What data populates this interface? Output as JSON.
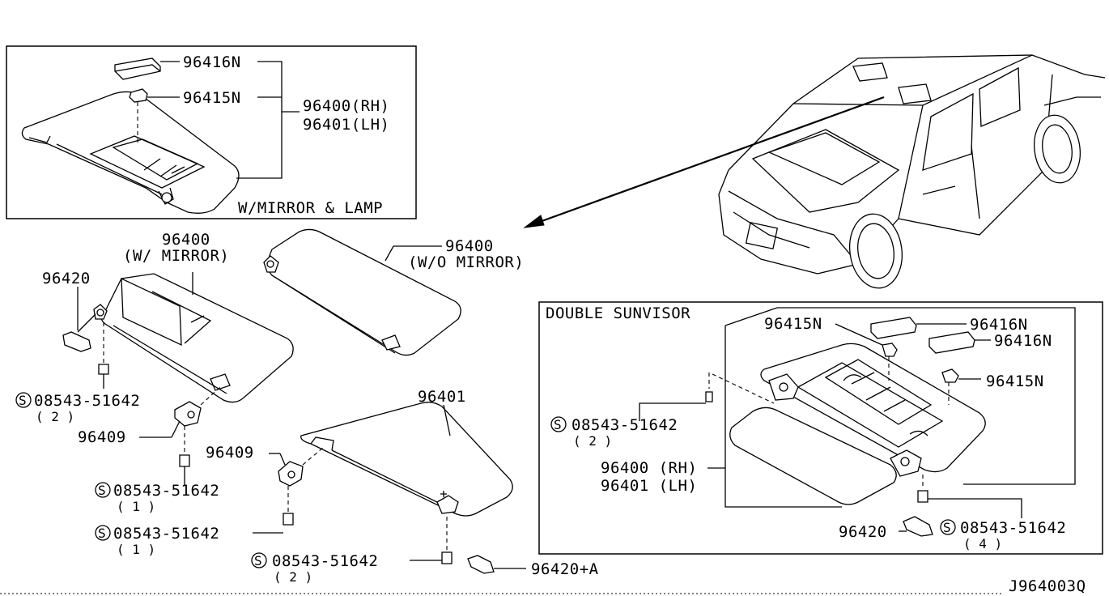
{
  "diagram_code": "J964003Q",
  "top_box": {
    "caption": "W/MIRROR & LAMP",
    "labels": {
      "lens": "96416N",
      "bulb": "96415N",
      "visor_rh": "96400(RH)",
      "visor_lh": "96401(LH)"
    }
  },
  "main": {
    "visor_w_mirror": {
      "number": "96400",
      "note": "(W/ MIRROR)"
    },
    "visor_wo_mirror": {
      "number": "96400",
      "note": "(W/O MIRROR)"
    },
    "visor_lh": {
      "number": "96401"
    },
    "holder": "96420",
    "holder_a": "96420+A",
    "bracket_1": "96409",
    "bracket_2": "96409",
    "screws": [
      {
        "symbol": "S",
        "number": "08543-51642",
        "qty": "( 2 )"
      },
      {
        "symbol": "S",
        "number": "08543-51642",
        "qty": "( 1 )"
      },
      {
        "symbol": "S",
        "number": "08543-51642",
        "qty": "( 1 )"
      },
      {
        "symbol": "S",
        "number": "08543-51642",
        "qty": "( 2 )"
      }
    ]
  },
  "double_box": {
    "caption": "DOUBLE SUNVISOR",
    "labels": {
      "bulb_1": "96415N",
      "lens_1": "96416N",
      "lens_2": "96416N",
      "bulb_2": "96415N",
      "visor_rh": "96400 (RH)",
      "visor_lh": "96401 (LH)",
      "holder": "96420"
    },
    "screws": [
      {
        "symbol": "S",
        "number": "08543-51642",
        "qty": "( 2 )"
      },
      {
        "symbol": "S",
        "number": "08543-51642",
        "qty": "( 4 )"
      }
    ]
  }
}
